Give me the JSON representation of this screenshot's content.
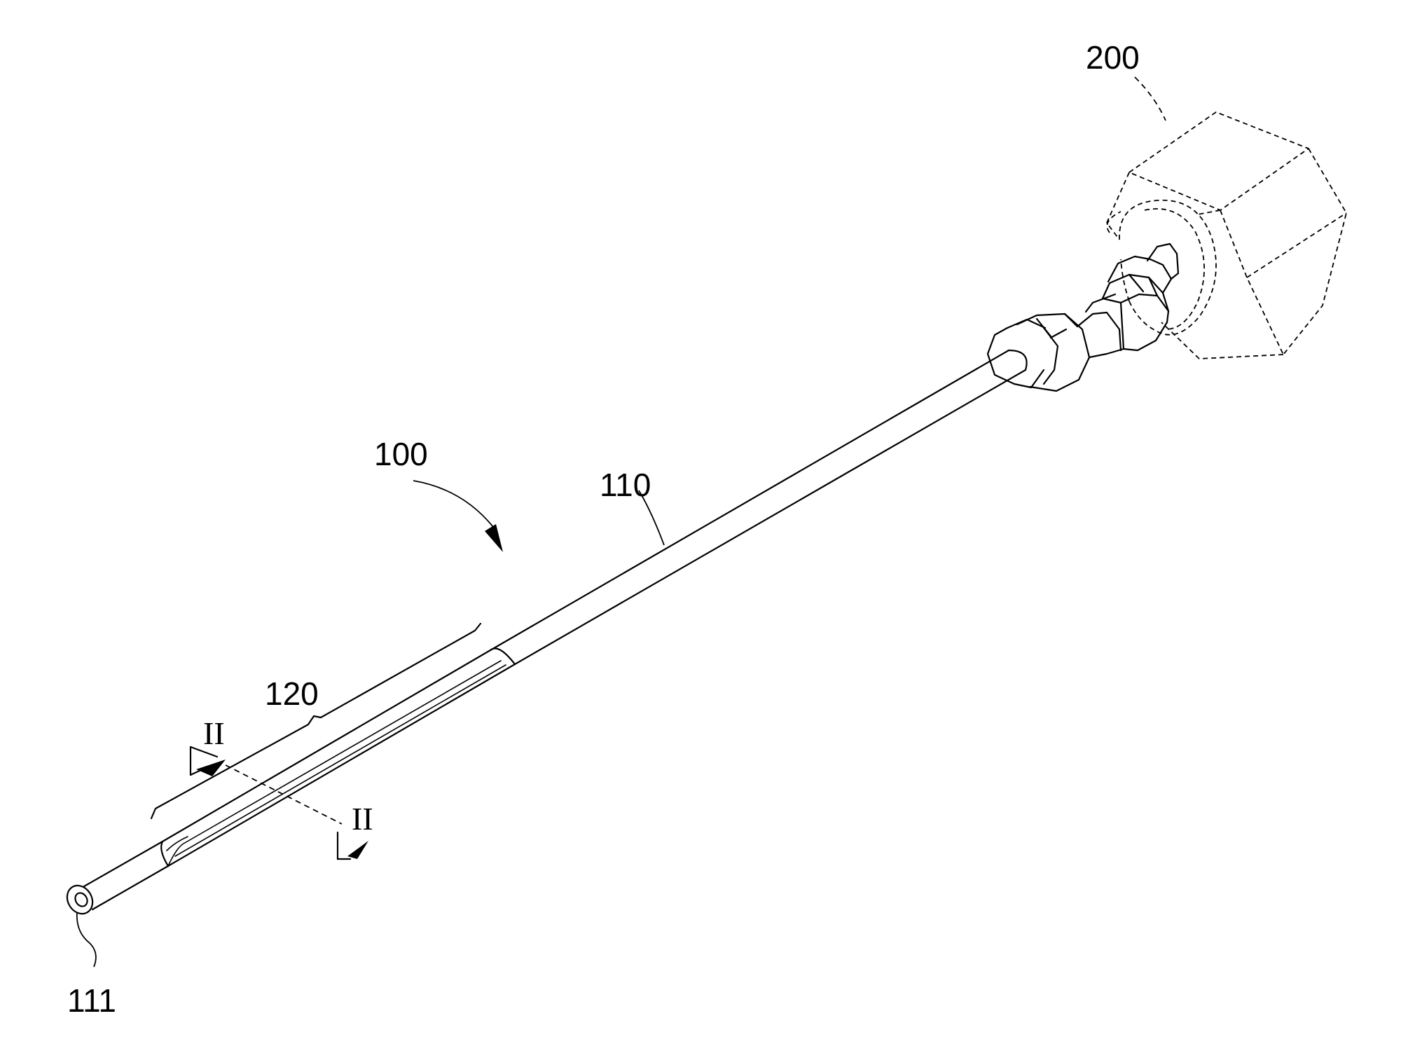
{
  "labels": {
    "assembly": "100",
    "rod": "110",
    "tip": "111",
    "section_region": "120",
    "connector": "200",
    "section_mark_upper": "II",
    "section_mark_lower": "II"
  }
}
